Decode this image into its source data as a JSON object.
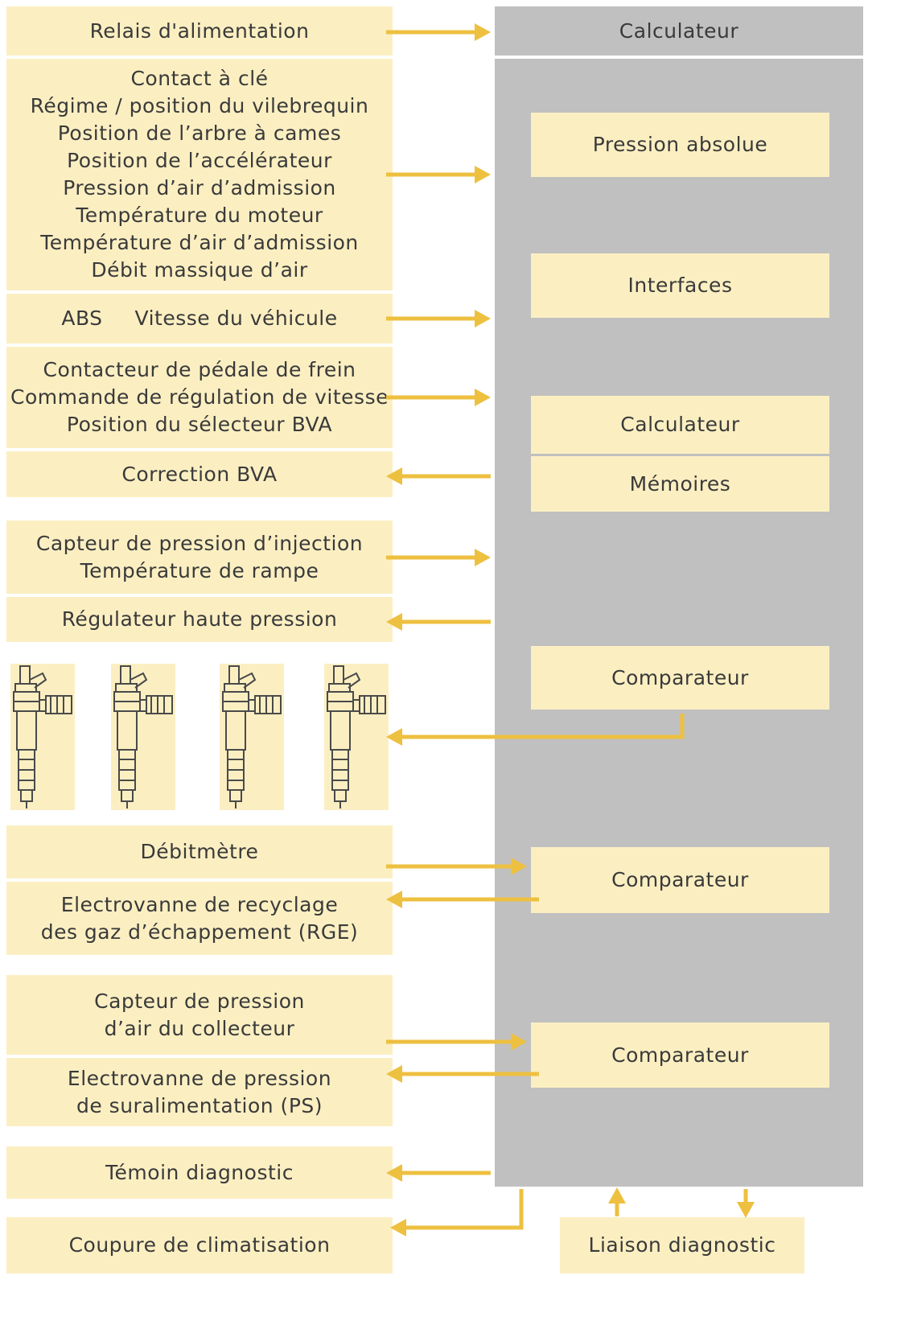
{
  "left": {
    "relais": "Relais d'alimentation",
    "sensors": [
      "Contact à clé",
      "Régime / position du vilebrequin",
      "Position de l’arbre à cames",
      "Position de l’accélérateur",
      "Pression d’air d’admission",
      "Température du moteur",
      "Température d’air d’admission",
      "Débit massique d’air"
    ],
    "abs": "ABS",
    "vitesse": "Vitesse du véhicule",
    "frein": [
      "Contacteur de pédale de frein",
      "Commande de régulation de vitesse",
      "Position du sélecteur BVA"
    ],
    "correction": "Correction BVA",
    "injection": [
      "Capteur de pression d’injection",
      "Température de rampe"
    ],
    "regulateur": "Régulateur haute pression",
    "debitmetre": "Débitmètre",
    "rge": [
      "Electrovanne de recyclage",
      "des gaz d’échappement (RGE)"
    ],
    "collecteur": [
      "Capteur de pression",
      "d’air du collecteur"
    ],
    "ps": [
      "Electrovanne de pression",
      "de suralimentation (PS)"
    ],
    "temoin": "Témoin diagnostic",
    "clim": "Coupure de climatisation"
  },
  "right": {
    "header": "Calculateur",
    "pression_absolue": "Pression absolue",
    "interfaces": "Interfaces",
    "calculateur": "Calculateur",
    "memoires": "Mémoires",
    "comparateur1": "Comparateur",
    "comparateur2": "Comparateur",
    "comparateur3": "Comparateur",
    "liaison": "Liaison diagnostic"
  },
  "colors": {
    "box": "#fbefc2",
    "panel": "#c0c0c0",
    "arrow": "#eec040",
    "text": "#3a3a3a"
  }
}
